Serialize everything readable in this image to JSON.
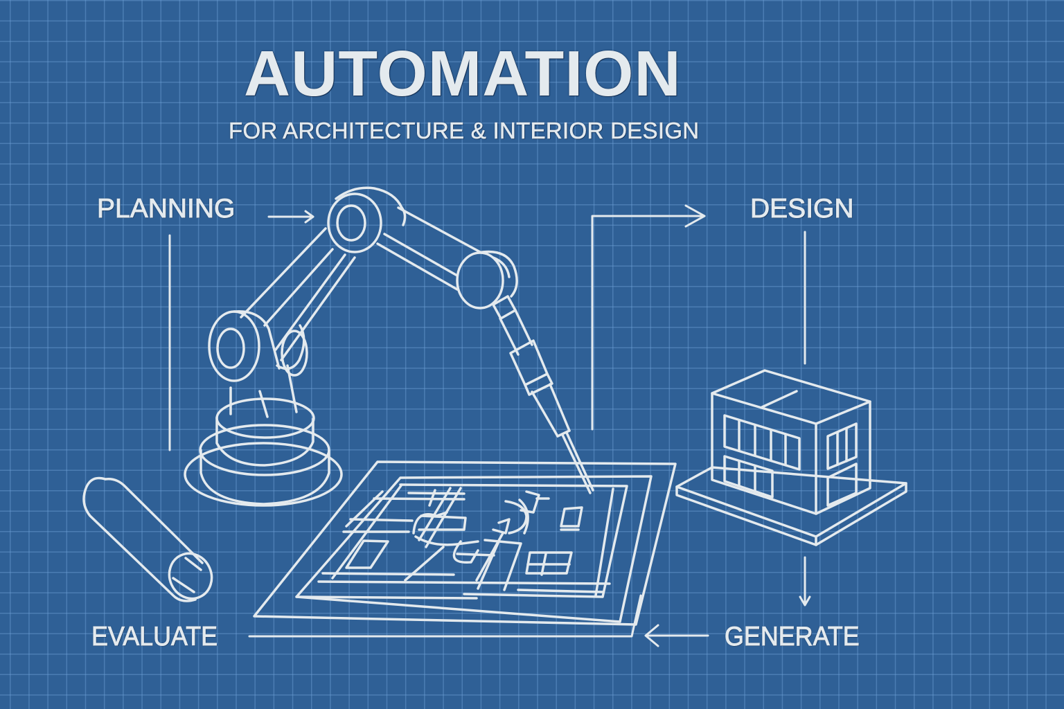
{
  "header": {
    "title": "AUTOMATION",
    "subtitle": "FOR ARCHITECTURE & INTERIOR DESIGN"
  },
  "workflow": {
    "steps": [
      {
        "id": "planning",
        "label": "PLANNING"
      },
      {
        "id": "design",
        "label": "DESIGN"
      },
      {
        "id": "generate",
        "label": "GENERATE"
      },
      {
        "id": "evaluate",
        "label": "EVALUATE"
      }
    ],
    "flow": [
      "PLANNING",
      "DESIGN",
      "GENERATE",
      "EVALUATE"
    ]
  },
  "illustrations": [
    {
      "id": "robot-arm",
      "description": "Industrial robotic arm drawing on blueprint"
    },
    {
      "id": "blueprint-sheet",
      "description": "Floor plan blueprint sheet"
    },
    {
      "id": "building-model",
      "description": "Isometric two-storey building on plinth"
    },
    {
      "id": "rolled-blueprint",
      "description": "Rolled-up blueprint tube"
    }
  ],
  "colors": {
    "background": "#2f6096",
    "grid": "#6ea0d7",
    "line": "#e4eaee"
  }
}
